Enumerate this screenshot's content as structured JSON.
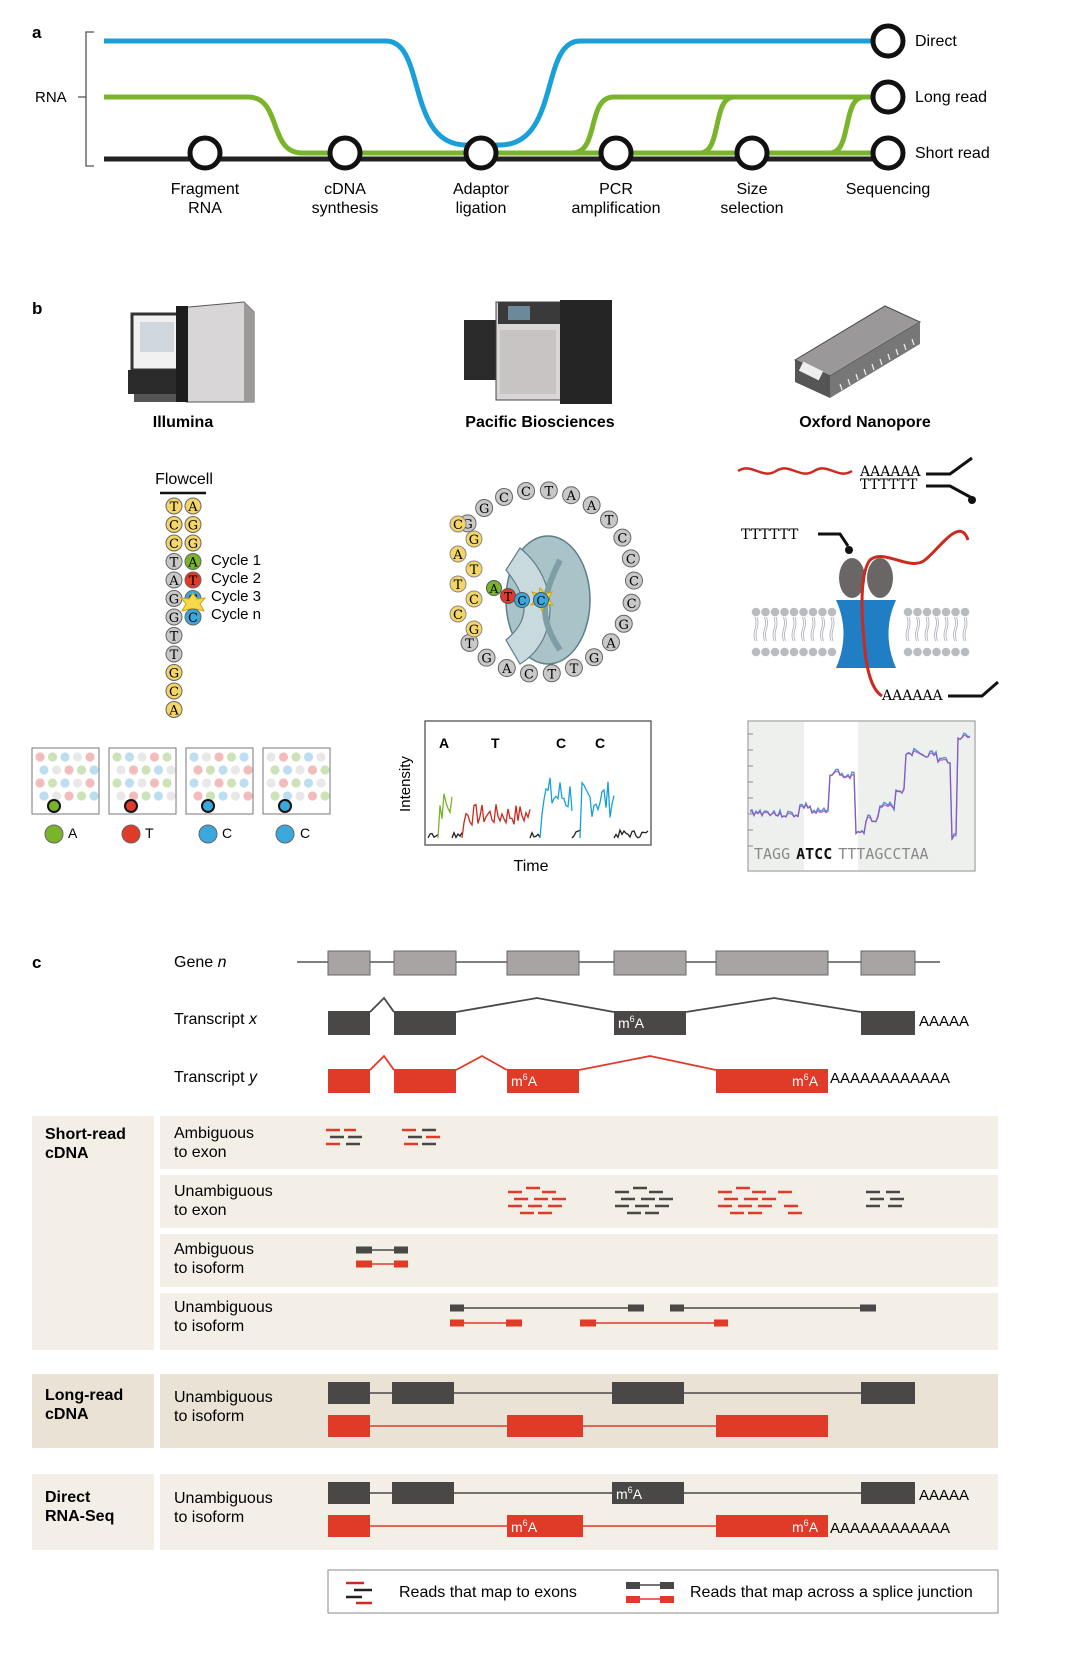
{
  "panel_a": {
    "letter": "a",
    "rna_label": "RNA",
    "routes": [
      {
        "label": "Direct",
        "color": "#1aa0d8"
      },
      {
        "label": "Long read",
        "color": "#7ab42a"
      },
      {
        "label": "Short read",
        "color": "#222222"
      }
    ],
    "steps": [
      {
        "line1": "Fragment",
        "line2": "RNA"
      },
      {
        "line1": "cDNA",
        "line2": "synthesis"
      },
      {
        "line1": "Adaptor",
        "line2": "ligation"
      },
      {
        "line1": "PCR",
        "line2": "amplification"
      },
      {
        "line1": "Size",
        "line2": "selection"
      },
      {
        "line1": "Sequencing",
        "line2": ""
      }
    ]
  },
  "panel_b": {
    "letter": "b",
    "platforms": [
      "Illumina",
      "Pacific Biosciences",
      "Oxford Nanopore"
    ],
    "illumina": {
      "flowcell_label": "Flowcell",
      "cycles": [
        "Cycle 1",
        "Cycle 2",
        "Cycle 3",
        "Cycle n"
      ],
      "tiles": [
        {
          "base": "A",
          "color": "#7ab42a"
        },
        {
          "base": "T",
          "color": "#e03a28"
        },
        {
          "base": "C",
          "color": "#3aa8dc"
        },
        {
          "base": "C",
          "color": "#3aa8dc"
        }
      ]
    },
    "pacbio": {
      "trace_labels": [
        "A",
        "T",
        "C",
        "C"
      ],
      "y_axis": "Intensity",
      "x_axis": "Time"
    },
    "nanopore": {
      "polyA": "AAAAAA",
      "polyT": "TTTTTT",
      "adapter_T": "TTTTTT",
      "bottom_A": "AAAAAA",
      "seq_prefix": "TAGG",
      "seq_highlight": "ATCC",
      "seq_suffix": "TTTAGCCTAA"
    }
  },
  "panel_c": {
    "letter": "c",
    "gene_label": "Gene",
    "gene_var": "n",
    "transcript_x_label": "Transcript",
    "transcript_x_var": "x",
    "transcript_y_label": "Transcript",
    "transcript_y_var": "y",
    "m6a_prefix": "m",
    "m6a_sup": "6",
    "m6a_suffix": "A",
    "polyA_short": "AAAAA",
    "polyA_long": "AAAAAAAAAAAA",
    "groups": [
      {
        "title_line1": "Short-read",
        "title_line2": "cDNA"
      },
      {
        "title_line1": "Long-read",
        "title_line2": "cDNA"
      },
      {
        "title_line1": "Direct",
        "title_line2": "RNA-Seq"
      }
    ],
    "rows": [
      {
        "line1": "Ambiguous",
        "line2": "to exon"
      },
      {
        "line1": "Unambiguous",
        "line2": "to exon"
      },
      {
        "line1": "Ambiguous",
        "line2": "to isoform"
      },
      {
        "line1": "Unambiguous",
        "line2": "to isoform"
      },
      {
        "line1": "Unambiguous",
        "line2": "to isoform"
      },
      {
        "line1": "Unambiguous",
        "line2": "to isoform"
      }
    ],
    "legend": {
      "exons": "Reads that map to exons",
      "junction": "Reads that map across a splice junction"
    },
    "colors": {
      "dark": "#4a4747",
      "gray": "#a8a4a4",
      "red": "#e03a28",
      "band": "#f3efe6",
      "band_dark": "#e9e2d5"
    }
  }
}
